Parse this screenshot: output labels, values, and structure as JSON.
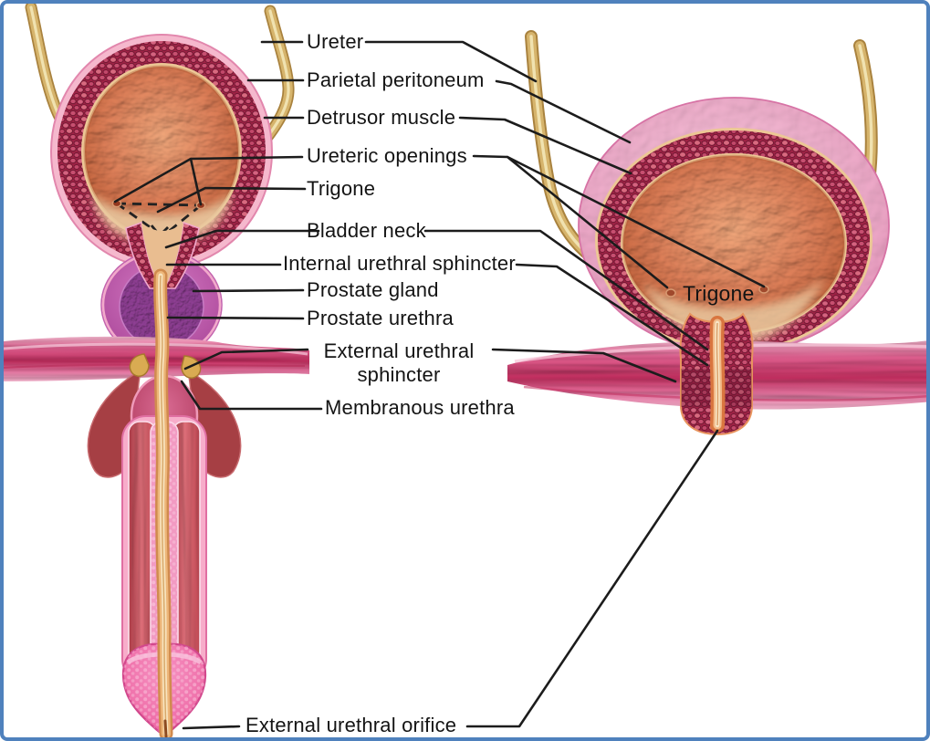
{
  "labels": {
    "ureter": "Ureter",
    "parietal_peritoneum": "Parietal peritoneum",
    "detrusor_muscle": "Detrusor muscle",
    "ureteric_openings": "Ureteric openings",
    "trigone": "Trigone",
    "bladder_neck": "Bladder neck",
    "internal_urethral_sphincter": "Internal urethral sphincter",
    "prostate_gland": "Prostate gland",
    "prostate_urethra": "Prostate urethra",
    "external_urethral_sphincter": "External urethral sphincter",
    "membranous_urethra": "Membranous urethra",
    "external_urethral_orifice": "External urethral orifice",
    "trigone_right_view": "Trigone"
  },
  "colors": {
    "frame_blue": "#4f81bd",
    "leader_line": "#1c1c1c",
    "label_text": "#141414",
    "detrusor_muscle_red": "#b23055",
    "mucosa_orange": "#dd7a50",
    "trigone_cream": "#eac9a0",
    "peritoneum_pink": "#efa9c9",
    "prostate_purple": "#8e3f93",
    "pelvic_muscle_pink": "#d8557f",
    "ureter_tan": "#d2ab62",
    "erectile_red": "#d6565f",
    "spongiosum_pink": "#f29ac2",
    "glans_pink": "#f27bb2",
    "urethra_tan": "#f2cf9a",
    "bulbourethral_gold": "#d9ab52"
  }
}
